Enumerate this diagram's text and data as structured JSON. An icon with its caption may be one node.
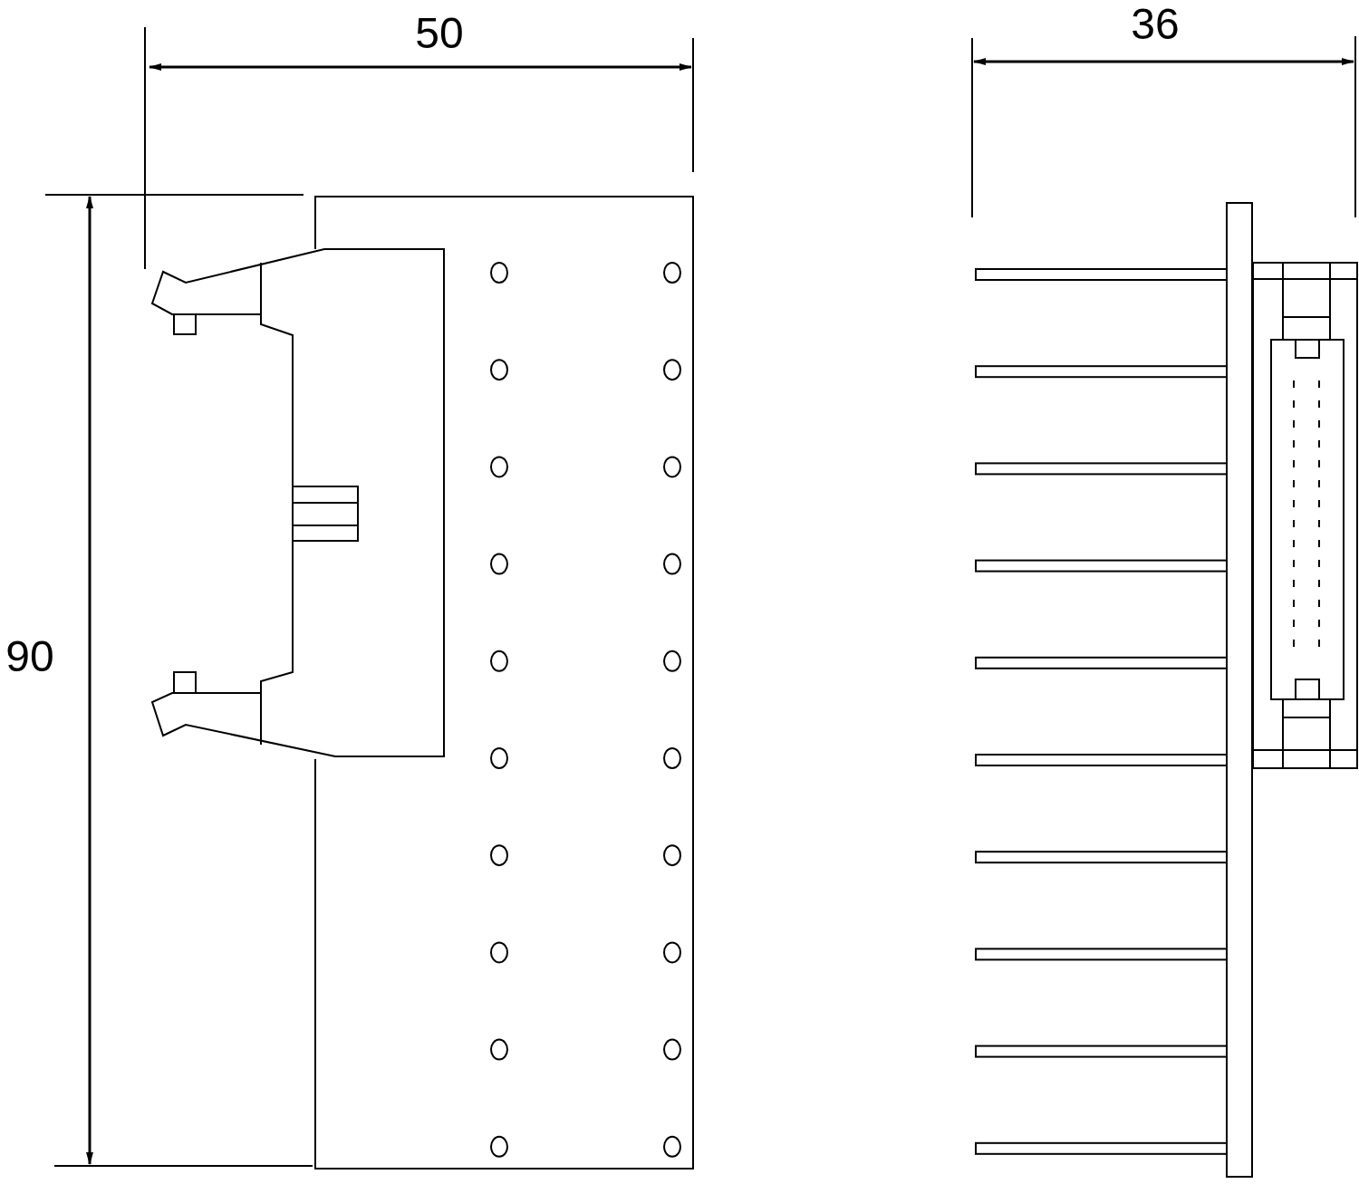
{
  "diagram": {
    "labels": [
      "50",
      "36",
      "90"
    ]
  }
}
